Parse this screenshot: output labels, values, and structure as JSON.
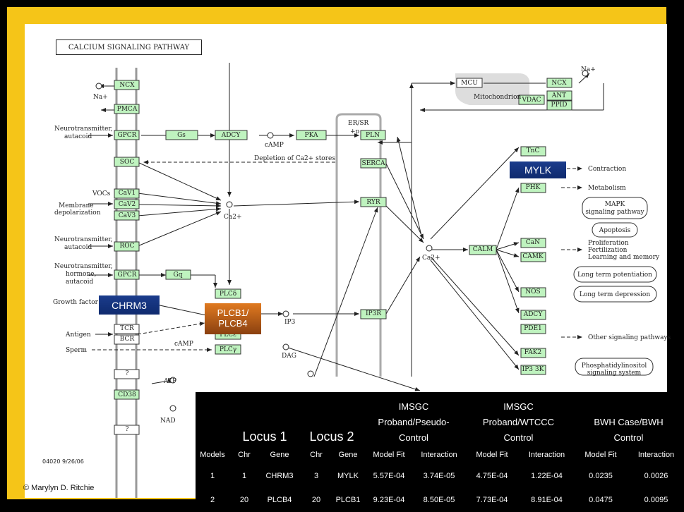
{
  "title": "CALCIUM SIGNALING PATHWAY",
  "code_label": "04020 9/26/06",
  "copyright": "© Marylyn D. Ritchie",
  "highlights": {
    "chrm3": "CHRM3",
    "mylk": "MYLK",
    "plcb_line1": "PLCB1/",
    "plcb_line2": "PLCB4"
  },
  "nodes": {
    "ncx": "NCX",
    "pmca": "PMCA",
    "gpcr1": "GPCR",
    "gs": "Gs",
    "adcy1": "ADCY",
    "pka": "PKA",
    "pln": "PLN",
    "serca": "SERCA",
    "soc": "SOC",
    "cav1": "CaV1",
    "cav2": "CaV2",
    "cav3": "CaV3",
    "ryr": "RYR",
    "roc": "ROC",
    "gpcr2": "GPCR",
    "gq": "Gq",
    "plcd": "PLCδ",
    "plce": "PLCε",
    "plcg": "PLCγ",
    "ip3r": "IP3R",
    "tcr": "TCR",
    "bcr": "BCR",
    "q1": "?",
    "cd38": "CD38",
    "q2": "?",
    "mcu": "MCU",
    "ncx2": "NCX",
    "vdac": "VDAC",
    "ant": "ANT",
    "ppid": "PPID",
    "tnc": "TnC",
    "phk": "PHK",
    "calm": "CALM",
    "can": "CaN",
    "camk": "CAMK",
    "nos": "NOS",
    "adcy2": "ADCY",
    "pde1": "PDE1",
    "fak2": "FAK2",
    "ip33k": "IP3 3K"
  },
  "labels": {
    "na1": "Na+",
    "na2": "Na+",
    "neuro1a": "Neurotransmitter,",
    "neuro1b": "autacoid",
    "camp1": "cAMP",
    "erlabel": "ER/SR",
    "p": "+p",
    "depletion": "Depletion of Ca2+ stores",
    "vocs": "VOCs",
    "memb1": "Membrane",
    "memb2": "depolarization",
    "ca1": "Ca2+",
    "neuro2a": "Neurotransmitter,",
    "neuro2b": "autacoid",
    "neuro3a": "Neurotransmitter,",
    "neuro3b": "hormone,",
    "neuro3c": "autacoid",
    "growth": "Growth factor",
    "antigen": "Antigen",
    "sperm": "Sperm",
    "camp2": "cAMP",
    "ip3": "IP3",
    "dag": "DAG",
    "atp": "ATP",
    "nad": "NAD",
    "mito": "Mitochondrion",
    "ca2": "Ca2+",
    "contraction": "Contraction",
    "metabolism": "Metabolism",
    "mapk1": "MAPK",
    "mapk2": "signaling pathway",
    "apoptosis": "Apoptosis",
    "prolif": "Proliferation",
    "fert": "Fertilization",
    "learning": "Learning and memory",
    "ltp": "Long term potentiation",
    "ltd": "Long term depression",
    "other": "Other signaling pathways",
    "pi1": "Phosphatidylinositol",
    "pi2": "signaling system"
  },
  "table": {
    "locus1": "Locus 1",
    "locus2": "Locus 2",
    "group1": [
      "IMSGC",
      "Proband/Pseudo-",
      "Control"
    ],
    "group2": [
      "IMSGC",
      "Proband/WTCCC",
      "Control"
    ],
    "group3": [
      "BWH Case/BWH",
      "Control"
    ],
    "headers": [
      "Models",
      "Chr",
      "Gene",
      "Chr",
      "Gene",
      "Model Fit",
      "Interaction",
      "Model Fit",
      "Interaction",
      "Model Fit",
      "Interaction"
    ],
    "rows": [
      [
        "1",
        "1",
        "CHRM3",
        "3",
        "MYLK",
        "5.57E-04",
        "3.74E-05",
        "4.75E-04",
        "1.22E-04",
        "0.0235",
        "0.0026"
      ],
      [
        "2",
        "20",
        "PLCB4",
        "20",
        "PLCB1",
        "9.23E-04",
        "8.50E-05",
        "7.73E-04",
        "8.91E-04",
        "0.0475",
        "0.0095"
      ]
    ]
  }
}
